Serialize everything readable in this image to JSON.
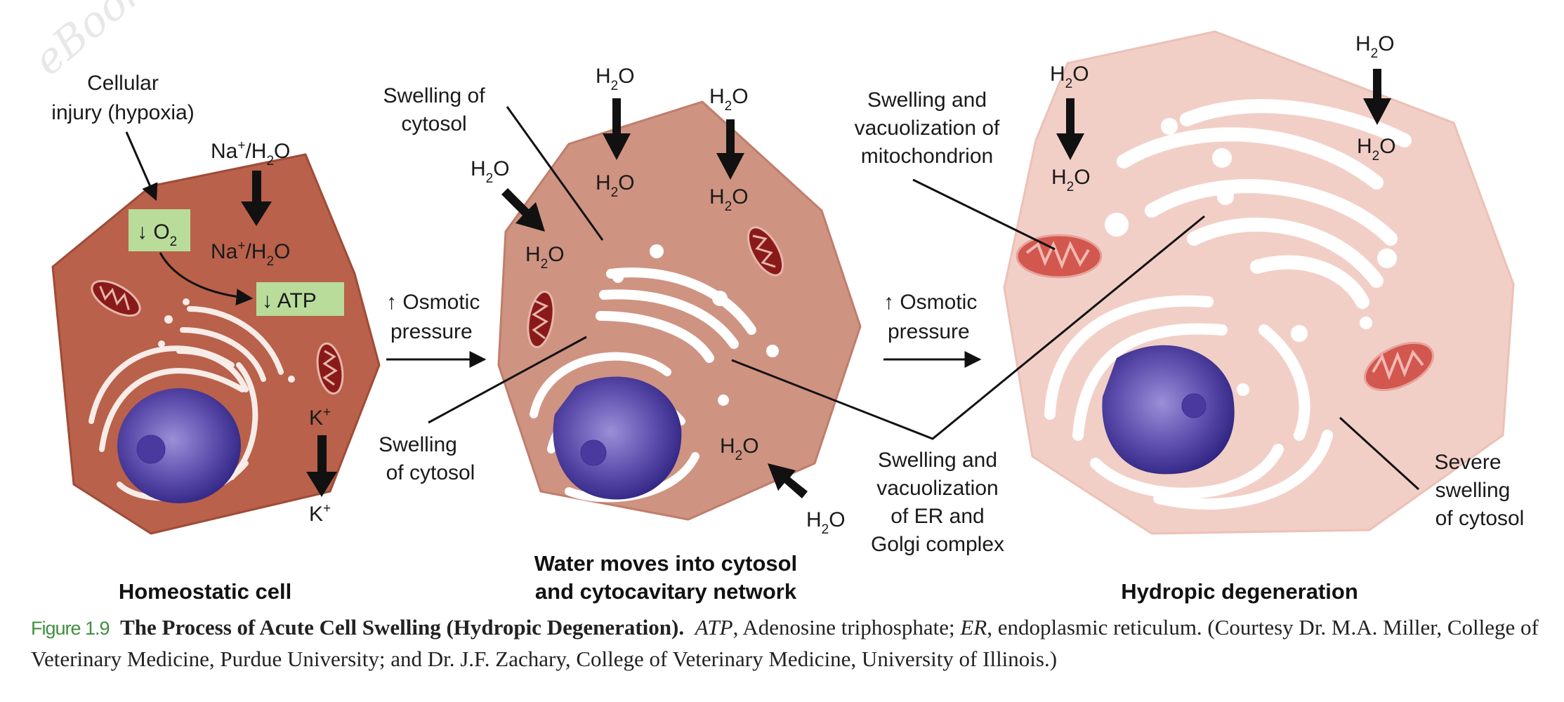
{
  "watermark": "eBooks.",
  "panels": [
    {
      "title": "Homeostatic cell",
      "labels": {
        "injury_line1": "Cellular",
        "injury_line2": "injury (hypoxia)",
        "o2_box": "↓ O",
        "o2_sub": "2",
        "atp_box": "↓ ATP",
        "na_in_top": "Na",
        "na_in_top_sup": "+",
        "na_in_top_rest": "/H",
        "na_in_top_sub": "2",
        "na_in_top_end": "O",
        "k_top": "K",
        "k_sup": "+",
        "k_bottom": "K"
      }
    },
    {
      "title_line1": "Water moves into cytosol",
      "title_line2": "and cytocavitary network",
      "labels": {
        "swelling_top_1": "Swelling of",
        "swelling_top_2": "cytosol",
        "swelling_bottom_1": "Swelling",
        "swelling_bottom_2": "of cytosol"
      }
    },
    {
      "title": "Hydropic degeneration",
      "labels": {
        "mito_1": "Swelling and",
        "mito_2": "vacuolization of",
        "mito_3": "mitochondrion",
        "er_1": "Swelling and",
        "er_2": "vacuolization",
        "er_3": "of ER and",
        "er_4": "Golgi complex",
        "severe_1": "Severe",
        "severe_2": "swelling",
        "severe_3": "of cytosol"
      }
    }
  ],
  "osmotic": {
    "line1": "↑ Osmotic",
    "line2": "pressure"
  },
  "water": {
    "h": "H",
    "sub": "2",
    "o": "O"
  },
  "caption": {
    "figure_number": "Figure 1.9",
    "title": "The Process of Acute Cell Swelling (Hydropic Degeneration).",
    "atp_abbr": "ATP",
    "atp_def": ", Adenosine triphosphate; ",
    "er_abbr": "ER",
    "er_def": ", endoplasmic reticulum. (Courtesy Dr. M.A. Miller, College of Veterinary Medicine, Purdue University; and Dr. J.F. Zachary, College of Veterinary Medicine, University of Illinois.)"
  },
  "colors": {
    "cell_1": "#b9614a",
    "cell_2": "#cf9382",
    "cell_3": "#f2cfc6",
    "nucleus": "#3a2e8c",
    "label_box": "#b9dc9b",
    "caption_accent": "#3f8f3f"
  }
}
